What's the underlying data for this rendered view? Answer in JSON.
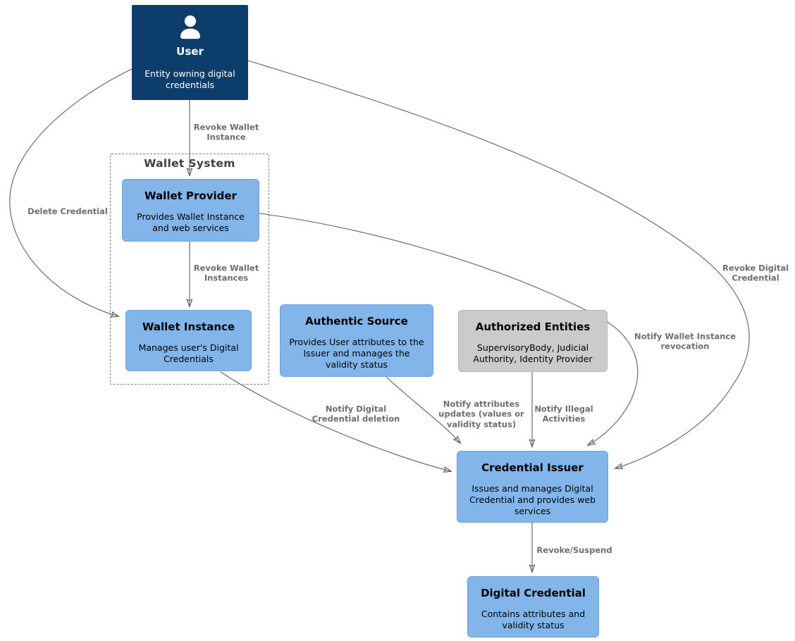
{
  "nodes": {
    "user": {
      "title": "User",
      "body": "Entity owning digital credentials"
    },
    "wallet_system": {
      "title": "Wallet System"
    },
    "wallet_provider": {
      "title": "Wallet Provider",
      "body": "Provides Wallet Instance and web services"
    },
    "wallet_instance": {
      "title": "Wallet Instance",
      "body": "Manages user's Digital Credentials"
    },
    "authentic_source": {
      "title": "Authentic Source",
      "body": "Provides User attributes to the Issuer and manages the validity status"
    },
    "authorized_entities": {
      "title": "Authorized Entities",
      "body": "SupervisoryBody, Judicial Authority, Identity Provider"
    },
    "credential_issuer": {
      "title": "Credential Issuer",
      "body": "Issues and manages Digital Credential and provides web services"
    },
    "digital_credential": {
      "title": "Digital Credential",
      "body": "Contains attributes and validity status"
    }
  },
  "edges": {
    "revoke_wallet_instance": "Revoke Wallet Instance",
    "delete_credential": "Delete Credential",
    "revoke_wallet_instances": "Revoke Wallet Instances",
    "notify_digital_credential_deletion": "Notify Digital Credential deletion",
    "notify_attributes_updates": "Notify attributes updates (values or validity status)",
    "notify_illegal_activities": "Notify Illegal Activities",
    "revoke_digital_credential": "Revoke Digital Credential",
    "notify_wallet_instance_revocation": "Notify Wallet Instance revocation",
    "revoke_suspend": "Revoke/Suspend"
  },
  "colors": {
    "user_box": "#0d3d6b",
    "primary_box": "#82b6ea",
    "neutral_box": "#cbcbcb",
    "edge_line": "#5f5f5f",
    "edge_label": "#6e6e6e"
  }
}
